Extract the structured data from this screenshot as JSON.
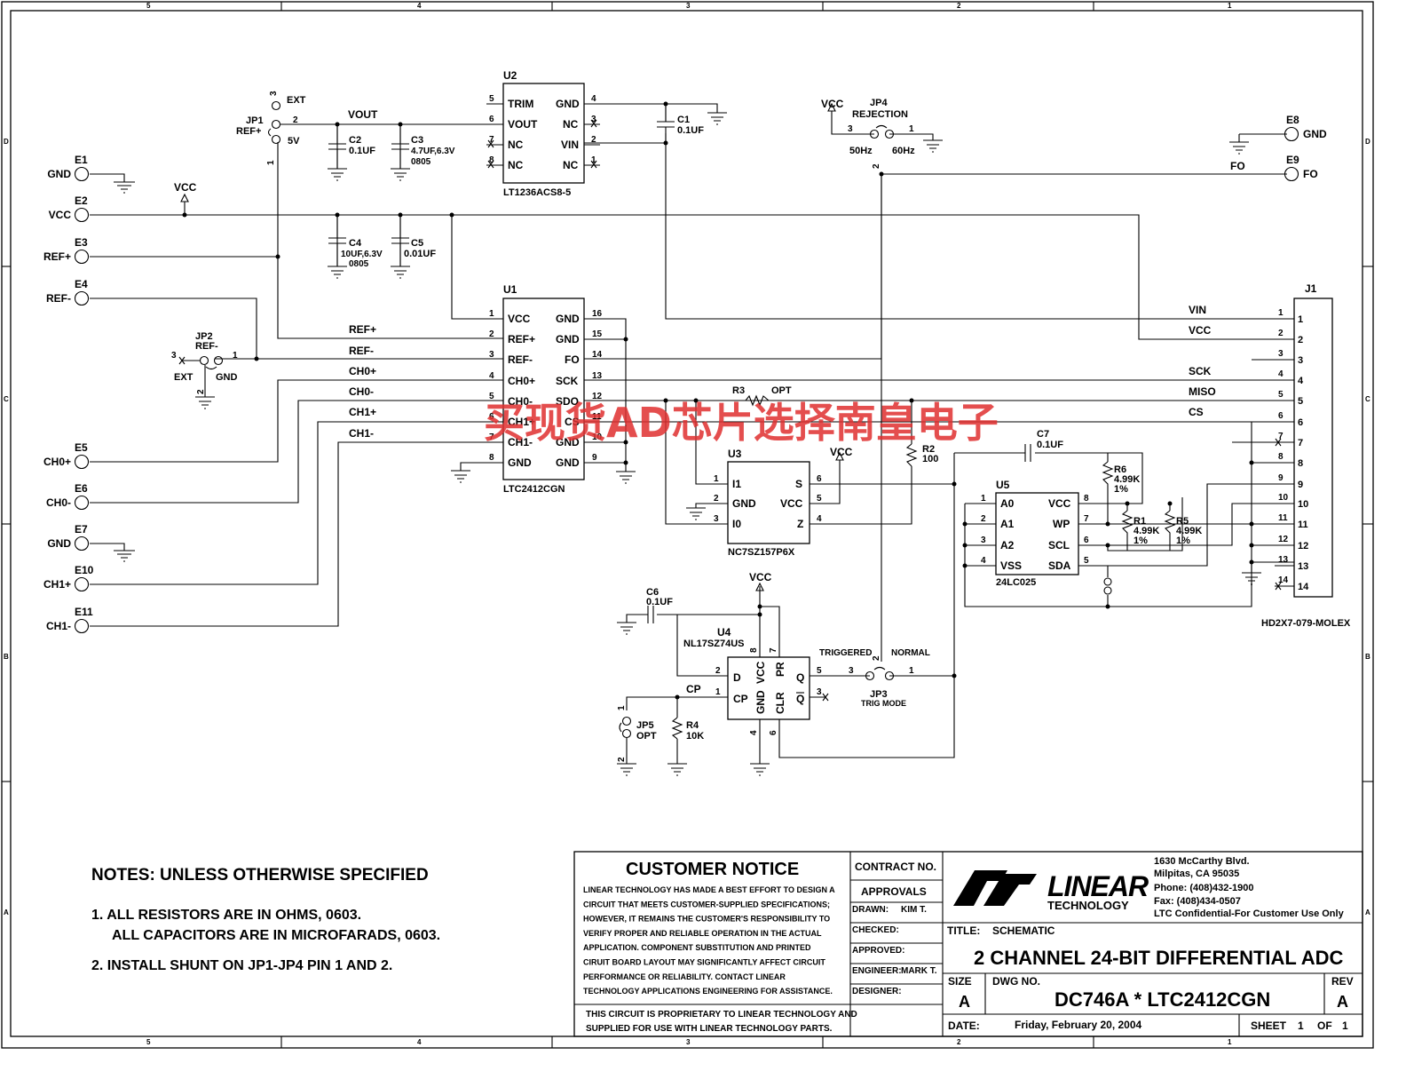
{
  "watermark": "买现货AD芯片选择南皇电子",
  "border": {
    "cols": [
      "5",
      "4",
      "3",
      "2",
      "1"
    ],
    "rows": [
      "D",
      "C",
      "B",
      "A"
    ]
  },
  "chips": {
    "u2": {
      "ref": "U2",
      "part": "LT1236ACS8-5",
      "left": [
        {
          "n": "5",
          "l": "TRIM"
        },
        {
          "n": "6",
          "l": "VOUT"
        },
        {
          "n": "7",
          "l": "NC"
        },
        {
          "n": "8",
          "l": "NC"
        }
      ],
      "right": [
        {
          "n": "4",
          "l": "GND"
        },
        {
          "n": "3",
          "l": "NC"
        },
        {
          "n": "2",
          "l": "VIN"
        },
        {
          "n": "1",
          "l": "NC"
        }
      ]
    },
    "u1": {
      "ref": "U1",
      "part": "LTC2412CGN",
      "left": [
        {
          "n": "1",
          "l": "VCC"
        },
        {
          "n": "2",
          "l": "REF+"
        },
        {
          "n": "3",
          "l": "REF-"
        },
        {
          "n": "4",
          "l": "CH0+"
        },
        {
          "n": "5",
          "l": "CH0-"
        },
        {
          "n": "6",
          "l": "CH1+"
        },
        {
          "n": "7",
          "l": "CH1-"
        },
        {
          "n": "8",
          "l": "GND"
        }
      ],
      "right": [
        {
          "n": "16",
          "l": "GND"
        },
        {
          "n": "15",
          "l": "GND"
        },
        {
          "n": "14",
          "l": "FO"
        },
        {
          "n": "13",
          "l": "SCK"
        },
        {
          "n": "12",
          "l": "SDO"
        },
        {
          "n": "11",
          "l": "CS"
        },
        {
          "n": "10",
          "l": "GND"
        },
        {
          "n": "9",
          "l": "GND"
        }
      ]
    },
    "u3": {
      "ref": "U3",
      "part": "NC7SZ157P6X",
      "left": [
        {
          "n": "1",
          "l": "I1"
        },
        {
          "n": "2",
          "l": "GND"
        },
        {
          "n": "3",
          "l": "I0"
        }
      ],
      "right": [
        {
          "n": "6",
          "l": "S"
        },
        {
          "n": "5",
          "l": "VCC"
        },
        {
          "n": "4",
          "l": "Z"
        }
      ]
    },
    "u5": {
      "ref": "U5",
      "part": "24LC025",
      "left": [
        {
          "n": "1",
          "l": "A0"
        },
        {
          "n": "2",
          "l": "A1"
        },
        {
          "n": "3",
          "l": "A2"
        },
        {
          "n": "4",
          "l": "VSS"
        }
      ],
      "right": [
        {
          "n": "8",
          "l": "VCC"
        },
        {
          "n": "7",
          "l": "WP"
        },
        {
          "n": "6",
          "l": "SCL"
        },
        {
          "n": "5",
          "l": "SDA"
        }
      ]
    },
    "u4": {
      "ref": "U4",
      "part": "NL17SZ74US",
      "d": "D",
      "cp": "CP",
      "q": "Q",
      "qn": "Q",
      "top_pins": [
        "VCC",
        "PR"
      ],
      "bottom_pins": [
        "GND",
        "CLR"
      ]
    }
  },
  "terminals": [
    {
      "ref": "E1",
      "net": "GND"
    },
    {
      "ref": "E2",
      "net": "VCC"
    },
    {
      "ref": "E3",
      "net": "REF+"
    },
    {
      "ref": "E4",
      "net": "REF-"
    },
    {
      "ref": "E5",
      "net": "CH0+"
    },
    {
      "ref": "E6",
      "net": "CH0-"
    },
    {
      "ref": "E7",
      "net": "GND"
    },
    {
      "ref": "E10",
      "net": "CH1+"
    },
    {
      "ref": "E11",
      "net": "CH1-"
    },
    {
      "ref": "E8",
      "net": "GND"
    },
    {
      "ref": "E9",
      "net": "FO"
    }
  ],
  "caps": [
    {
      "ref": "C2",
      "val": "0.1UF"
    },
    {
      "ref": "C3",
      "val": "4.7UF,6.3V",
      "pkg": "0805"
    },
    {
      "ref": "C1",
      "val": "0.1UF"
    },
    {
      "ref": "C4",
      "val": "10UF,6.3V",
      "pkg": "0805"
    },
    {
      "ref": "C5",
      "val": "0.01UF"
    },
    {
      "ref": "C7",
      "val": "0.1UF"
    },
    {
      "ref": "C6",
      "val": "0.1UF"
    }
  ],
  "resistors": [
    {
      "ref": "R3",
      "val": "OPT"
    },
    {
      "ref": "R2",
      "val": "100"
    },
    {
      "ref": "R6",
      "val": "4.99K",
      "tol": "1%"
    },
    {
      "ref": "R1",
      "val": "4.99K",
      "tol": "1%"
    },
    {
      "ref": "R5",
      "val": "4.99K",
      "tol": "1%"
    },
    {
      "ref": "R4",
      "val": "10K"
    }
  ],
  "jumpers": {
    "jp1": {
      "ref": "JP1",
      "net": "REF+",
      "ext": "EXT",
      "v5": "5V"
    },
    "jp2": {
      "ref": "JP2",
      "net": "REF-",
      "ext": "EXT",
      "gnd": "GND"
    },
    "jp3": {
      "ref": "JP3",
      "desc": "TRIG MODE",
      "left": "TRIGGERED",
      "right": "NORMAL"
    },
    "jp4": {
      "ref": "JP4",
      "desc": "REJECTION",
      "left": "50Hz",
      "right": "60Hz"
    },
    "jp5": {
      "ref": "JP5",
      "desc": "OPT"
    }
  },
  "nets": {
    "vout": "VOUT",
    "vcc": "VCC",
    "refp": "REF+",
    "refm": "REF-",
    "ch0p": "CH0+",
    "ch0m": "CH0-",
    "ch1p": "CH1+",
    "ch1m": "CH1-",
    "cp": "CP",
    "vin": "VIN",
    "sck": "SCK",
    "miso": "MISO",
    "cs": "CS",
    "fo": "FO",
    "gnd": "GND"
  },
  "connector": {
    "ref": "J1",
    "part": "HD2X7-079-MOLEX",
    "pins": [
      "1",
      "2",
      "3",
      "4",
      "5",
      "6",
      "7",
      "8",
      "9",
      "10",
      "11",
      "12",
      "13",
      "14"
    ]
  },
  "notes": {
    "title": "NOTES:  UNLESS OTHERWISE SPECIFIED",
    "line1a": "1.  ALL RESISTORS ARE IN OHMS, 0603.",
    "line1b": "ALL CAPACITORS ARE IN MICROFARADS, 0603.",
    "line2": "2.  INSTALL SHUNT ON JP1-JP4 PIN 1 AND 2."
  },
  "title_block": {
    "notice_title": "CUSTOMER NOTICE",
    "notice_lines": [
      "LINEAR TECHNOLOGY HAS MADE A BEST EFFORT TO DESIGN A",
      "CIRCUIT THAT MEETS CUSTOMER-SUPPLIED SPECIFICATIONS;",
      "HOWEVER, IT REMAINS THE CUSTOMER'S RESPONSIBILITY TO",
      "VERIFY PROPER AND RELIABLE OPERATION IN THE ACTUAL",
      "APPLICATION.  COMPONENT SUBSTITUTION AND PRINTED",
      "CIRUIT BOARD LAYOUT MAY SIGNIFICANTLY AFFECT CIRCUIT",
      "PERFORMANCE OR RELIABILITY.  CONTACT LINEAR",
      "TECHNOLOGY APPLICATIONS ENGINEERING FOR ASSISTANCE."
    ],
    "proprietary_1": "THIS CIRCUIT IS PROPRIETARY TO LINEAR TECHNOLOGY AND",
    "proprietary_2": "SUPPLIED FOR USE WITH LINEAR TECHNOLOGY PARTS.",
    "contract": "CONTRACT NO.",
    "approvals": "APPROVALS",
    "drawn": "DRAWN:",
    "drawn_by": "KIM T.",
    "checked": "CHECKED:",
    "approved": "APPROVED:",
    "engineer": "ENGINEER:",
    "engineer_name": "MARK T.",
    "designer": "DESIGNER:",
    "logo_main": "LINEAR",
    "logo_sub": "TECHNOLOGY",
    "addr1": "1630 McCarthy Blvd.",
    "addr2": "Milpitas, CA 95035",
    "phone": "Phone: (408)432-1900",
    "fax": "Fax: (408)434-0507",
    "conf": "LTC Confidential-For Customer Use Only",
    "title_label": "TITLE:",
    "title_val": "SCHEMATIC",
    "main_title": "2 CHANNEL 24-BIT DIFFERENTIAL ADC",
    "size_label": "SIZE",
    "size_val": "A",
    "dwg_label": "DWG NO.",
    "dwg_val": "DC746A * LTC2412CGN",
    "rev_label": "REV",
    "rev_val": "A",
    "date_label": "DATE:",
    "date_val": "Friday, February 20, 2004",
    "sheet_label": "SHEET",
    "sheet_val": "1",
    "of_label": "OF",
    "of_val": "1"
  }
}
